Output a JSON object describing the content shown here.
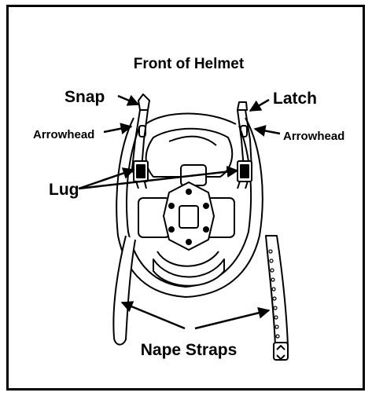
{
  "diagram": {
    "title": "Front of Helmet",
    "labels": {
      "snap": "Snap",
      "latch": "Latch",
      "arrowhead_left": "Arrowhead",
      "arrowhead_right": "Arrowhead",
      "lug": "Lug",
      "nape_straps": "Nape Straps"
    }
  }
}
